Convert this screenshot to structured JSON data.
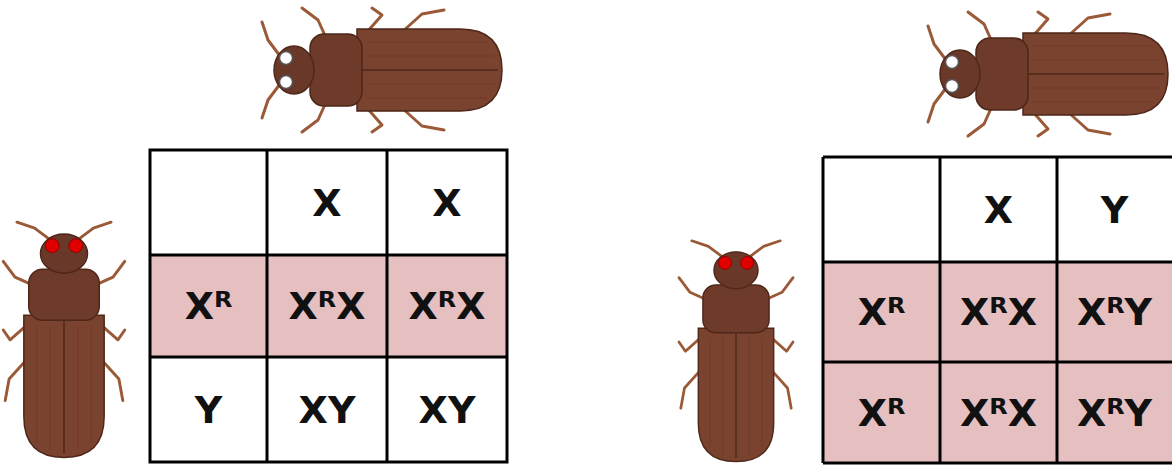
{
  "diagram": {
    "labels": [
      "X",
      "X",
      "Xᴿ",
      "XᴿX",
      "XᴿX",
      "Y",
      "XY",
      "XY",
      "X",
      "Y",
      "Xᴿ",
      "XᴿX",
      "XᴿY",
      "Xᴿ",
      "XᴿX",
      "XᴿY"
    ]
  }
}
